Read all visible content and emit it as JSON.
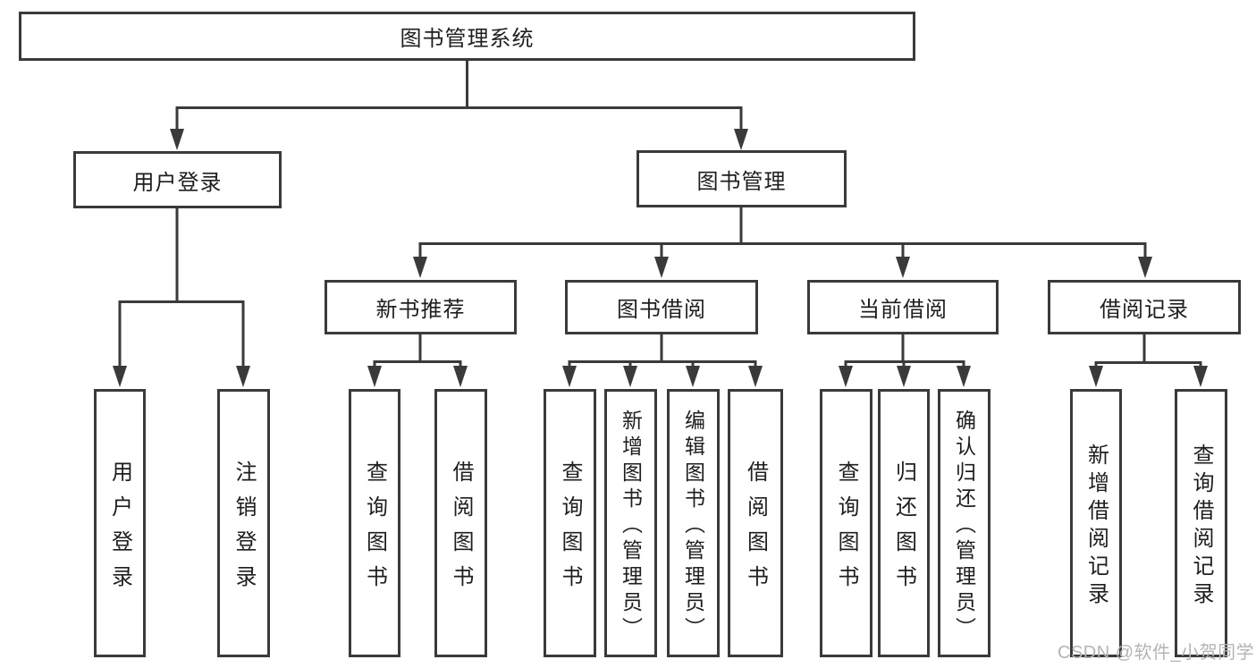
{
  "diagram": {
    "root": {
      "label": "图书管理系统"
    },
    "children": [
      {
        "label": "用户登录",
        "children": [
          {
            "label": "用户登录"
          },
          {
            "label": "注销登录"
          }
        ]
      },
      {
        "label": "图书管理",
        "children": [
          {
            "label": "新书推荐",
            "children": [
              {
                "label": "查询图书"
              },
              {
                "label": "借阅图书"
              }
            ]
          },
          {
            "label": "图书借阅",
            "children": [
              {
                "label": "查询图书"
              },
              {
                "label": "新增图书（管理员）"
              },
              {
                "label": "编辑图书（管理员）"
              },
              {
                "label": "借阅图书"
              }
            ]
          },
          {
            "label": "当前借阅",
            "children": [
              {
                "label": "查询图书"
              },
              {
                "label": "归还图书"
              },
              {
                "label": "确认归还（管理员）"
              }
            ]
          },
          {
            "label": "借阅记录",
            "children": [
              {
                "label": "新增借阅记录"
              },
              {
                "label": "查询借阅记录"
              }
            ]
          }
        ]
      }
    ]
  },
  "watermark": "CSDN @软件_小贺同学",
  "colors": {
    "line": "#3a3a3a",
    "text": "#1e1e1e",
    "watermark": "#b4b4b6",
    "background": "#ffffff"
  }
}
